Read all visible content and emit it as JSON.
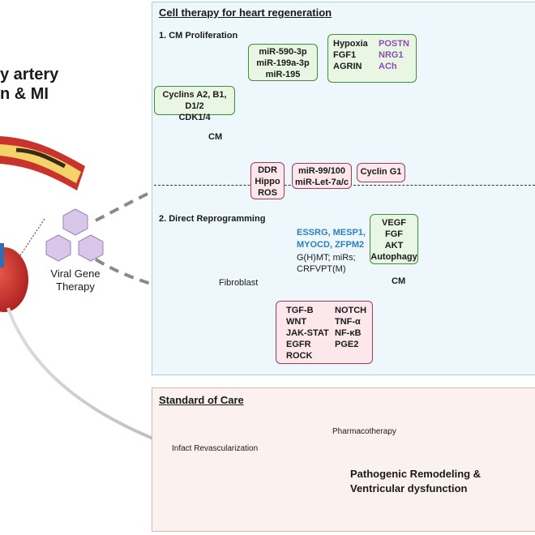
{
  "left": {
    "title_line1": "y artery",
    "title_line2": "n & MI",
    "viral_line1": "Viral Gene",
    "viral_line2": "Therapy"
  },
  "cell_panel": {
    "title": "Cell therapy for heart regeneration",
    "section1": "1. CM Proliferation",
    "mirna_box": [
      "miR-590-3p",
      "miR-199a-3p",
      "miR-195"
    ],
    "factors_left": [
      "Hypoxia",
      "FGF1",
      "AGRIN"
    ],
    "factors_right": [
      "POSTN",
      "NRG1",
      "ACh"
    ],
    "cyclins_box": [
      "Cyclins A2, B1, D1/2",
      "CDK1/4"
    ],
    "cm_label": "CM",
    "ddr_box": [
      "DDR",
      "Hippo",
      "ROS"
    ],
    "mir99_box": [
      "miR-99/100",
      "miR-Let-7a/c"
    ],
    "cyclin_g1": "Cyclin G1",
    "section2": "2. Direct Reprogramming",
    "tf_lines": [
      "ESSRG, MESP1,",
      "MYOCD, ZFPM2"
    ],
    "gmt_lines": [
      "G(H)MT; miRs;",
      "CRFVPT(M)"
    ],
    "vegf_box": [
      "VEGF",
      "FGF",
      "AKT",
      "Autophagy"
    ],
    "fibroblast": "Fibroblast",
    "cm2_label": "CM",
    "inhibitors_left": [
      "TGF-B",
      "WNT",
      "JAK-STAT",
      "EGFR",
      "ROCK"
    ],
    "inhibitors_right": [
      "NOTCH",
      "TNF-α",
      "NF-κB",
      "PGE2"
    ]
  },
  "soc_panel": {
    "title": "Standard of Care",
    "pharma": "Pharmacotherapy",
    "infarct": "Infact Revascularization",
    "outcome_line1": "Pathogenic Remodeling &",
    "outcome_line2": "Ventricular dysfunction"
  },
  "colors": {
    "green_border": "#3f8f3a",
    "pink_border": "#a33c55",
    "purple_text": "#8a4fb0",
    "blue_text": "#2e7fc0",
    "inhibit_line": "#a33c55"
  }
}
